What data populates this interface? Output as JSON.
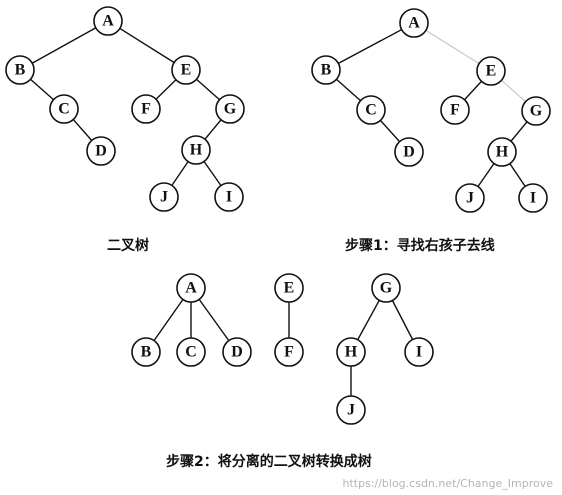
{
  "captions": {
    "tree": "二叉树",
    "step1": "步骤1：寻找右孩子去线",
    "step2": "步骤2：将分离的二叉树转换成树"
  },
  "watermark": "https://blog.csdn.net/Change_Improve",
  "diagrams": {
    "binary_tree": {
      "nodes": [
        "A",
        "B",
        "C",
        "D",
        "E",
        "F",
        "G",
        "H",
        "J",
        "I"
      ],
      "edges": [
        [
          "A",
          "B"
        ],
        [
          "A",
          "E"
        ],
        [
          "B",
          "C"
        ],
        [
          "C",
          "D"
        ],
        [
          "E",
          "F"
        ],
        [
          "E",
          "G"
        ],
        [
          "G",
          "H"
        ],
        [
          "H",
          "J"
        ],
        [
          "H",
          "I"
        ]
      ]
    },
    "step1": {
      "nodes": [
        "A",
        "B",
        "C",
        "D",
        "E",
        "F",
        "G",
        "H",
        "J",
        "I"
      ],
      "edges": [
        [
          "A",
          "B"
        ],
        [
          "B",
          "C"
        ],
        [
          "C",
          "D"
        ],
        [
          "E",
          "F"
        ],
        [
          "G",
          "H"
        ],
        [
          "H",
          "J"
        ],
        [
          "H",
          "I"
        ]
      ],
      "removed_edges": [
        [
          "A",
          "E"
        ],
        [
          "E",
          "G"
        ]
      ]
    },
    "step2": {
      "trees": [
        {
          "root": "A",
          "children": [
            "B",
            "C",
            "D"
          ]
        },
        {
          "root": "E",
          "children": [
            "F"
          ]
        },
        {
          "root": "G",
          "children": [
            "H",
            "I"
          ],
          "grandchildren": {
            "H": [
              "J"
            ]
          }
        }
      ]
    }
  },
  "colors": {
    "node_stroke": "#111111",
    "removed_edge": "#c8c8c8",
    "watermark": "#b5b5b5"
  }
}
